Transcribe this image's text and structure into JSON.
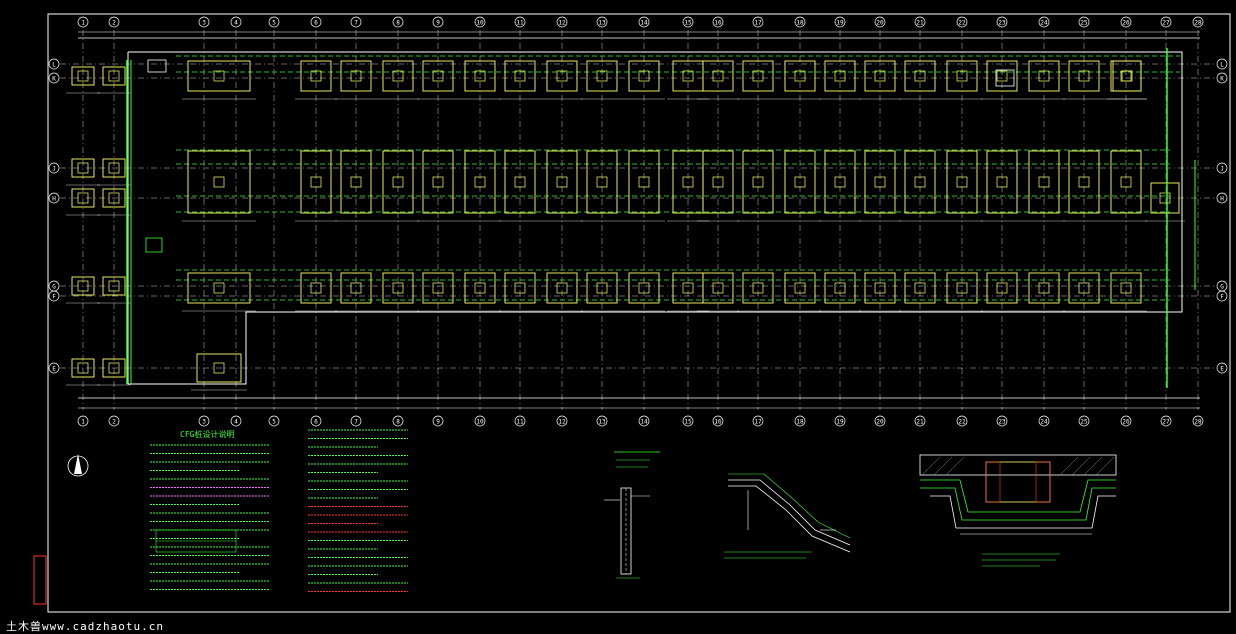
{
  "watermark": "土木兽www.cadzhaotu.cn",
  "colors": {
    "background": "#000000",
    "frame": "#ffffff",
    "grid": "#ffffff",
    "foundation": "#ffff66",
    "tie_beam": "#33ff33",
    "pile": "#ffff66",
    "text_green": "#33ff33",
    "text_red": "#ff3333",
    "text_magenta": "#ff66ff",
    "text_white": "#ffffff"
  },
  "grid_labels_top": [
    "1",
    "2",
    "3",
    "4",
    "5",
    "6",
    "7",
    "8",
    "9",
    "10",
    "11",
    "12",
    "13",
    "14",
    "15",
    "16",
    "17",
    "18",
    "19",
    "20",
    "21",
    "22",
    "23",
    "24",
    "25",
    "26",
    "27",
    "28"
  ],
  "grid_labels_side": [
    "L",
    "K",
    "J",
    "H",
    "G",
    "F",
    "E"
  ],
  "notes_title": "CFG桩设计说明",
  "legend_title": "桩基础平面图",
  "north_arrow": "north-arrow"
}
